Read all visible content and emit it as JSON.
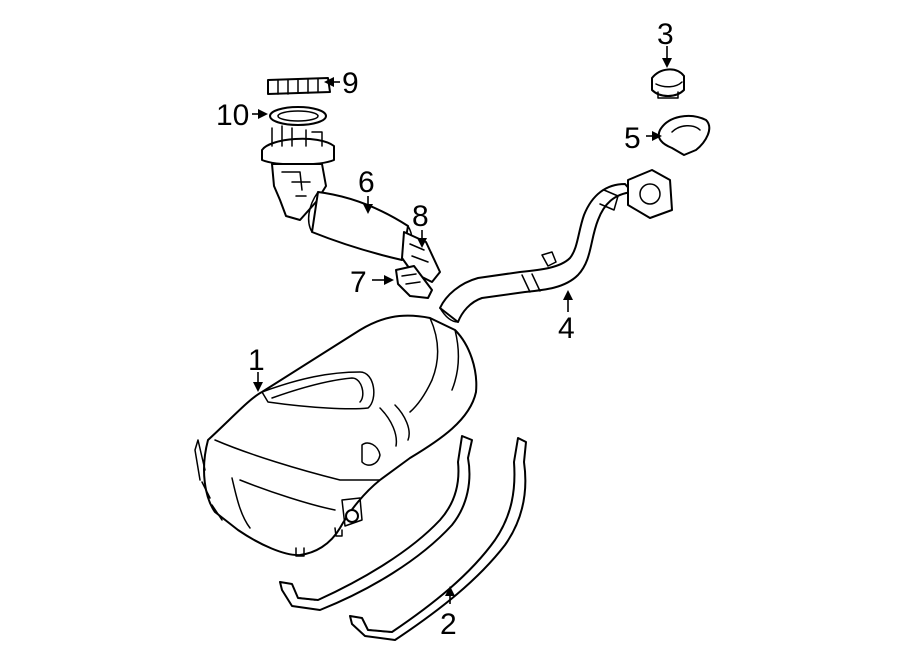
{
  "callouts": {
    "c1": "1",
    "c2": "2",
    "c3": "3",
    "c4": "4",
    "c5": "5",
    "c6": "6",
    "c7": "7",
    "c8": "8",
    "c9": "9",
    "c10": "10"
  },
  "colors": {
    "line": "#000000",
    "background": "#ffffff"
  },
  "icons": {
    "fuel_tank": "fuel-tank-icon",
    "tank_straps": "tank-strap-icon",
    "fuel_cap": "fuel-cap-icon",
    "filler_neck": "filler-neck-icon",
    "cap_gasket": "cap-gasket-icon",
    "fuel_pump": "fuel-pump-module-icon",
    "connector": "connector-icon",
    "bracket": "bracket-icon",
    "lock_ring": "lock-ring-icon",
    "pump_seal": "seal-icon"
  }
}
